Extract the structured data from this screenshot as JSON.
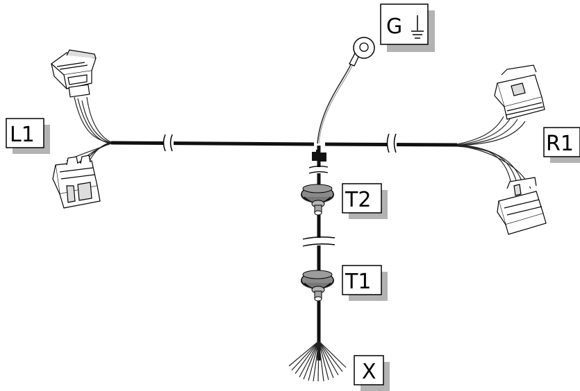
{
  "labels": {
    "g": "G",
    "l1": "L1",
    "r1": "R1",
    "t2": "T2",
    "t1": "T1",
    "x": "X"
  },
  "icons": {
    "ground": "ground-symbol-icon"
  },
  "colors": {
    "ink": "#000000",
    "cable": "#111111",
    "grommet_outer": "#8a8a8a",
    "grommet_inner": "#b5b5b5",
    "shadow": "#b3b3b3",
    "background": "#ffffff"
  }
}
